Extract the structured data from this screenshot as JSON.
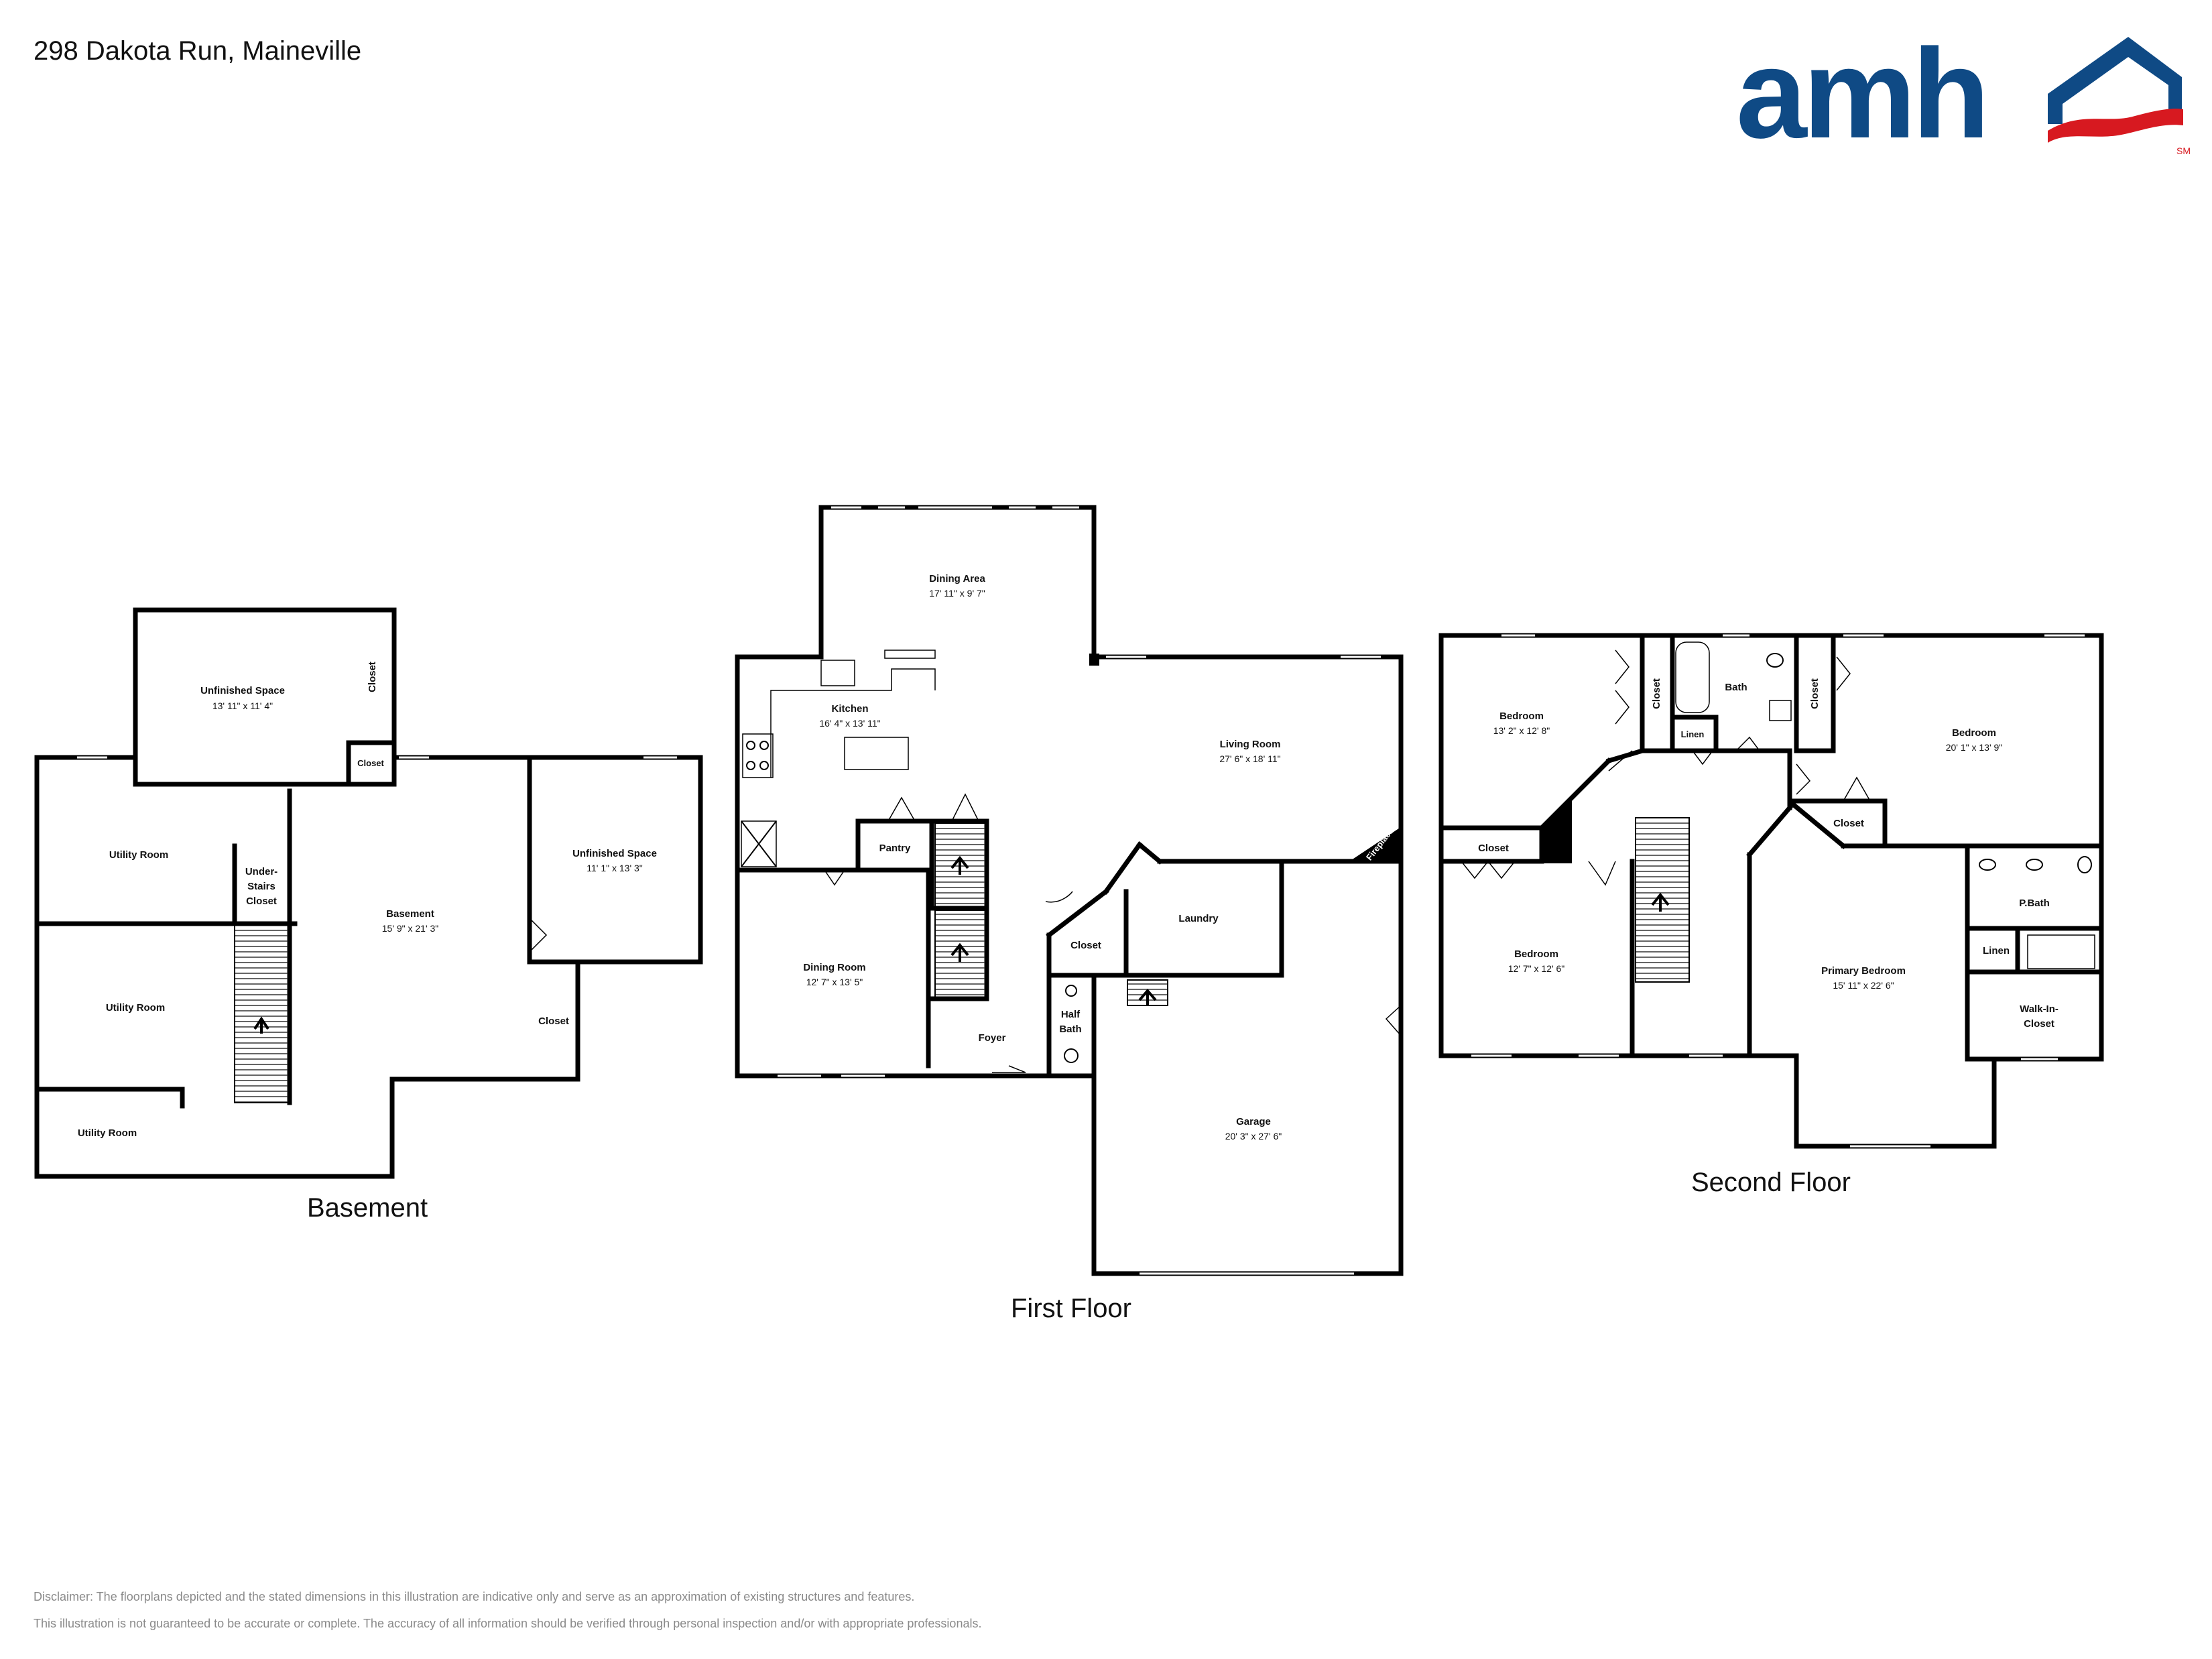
{
  "address": "298 Dakota Run, Maineville",
  "brand": {
    "name": "amh",
    "mark": "SM",
    "blue": "#0f4a85",
    "red": "#d71920"
  },
  "floors": {
    "basement": {
      "title": "Basement",
      "rooms": {
        "unfinished_space_1": {
          "name": "Unfinished Space",
          "dim": "13' 11\" x 11' 4\""
        },
        "closet_vertical": {
          "name": "Closet"
        },
        "closet_small": {
          "name": "Closet"
        },
        "utility_room_1": {
          "name": "Utility Room"
        },
        "under_stairs_closet": {
          "line1": "Under-",
          "line2": "Stairs",
          "line3": "Closet"
        },
        "basement": {
          "name": "Basement",
          "dim": "15' 9\" x 21' 3\""
        },
        "unfinished_space_2": {
          "name": "Unfinished Space",
          "dim": "11' 1\" x 13' 3\""
        },
        "utility_room_2": {
          "name": "Utility Room"
        },
        "closet_right": {
          "name": "Closet"
        },
        "utility_room_3": {
          "name": "Utility Room"
        }
      }
    },
    "first": {
      "title": "First Floor",
      "rooms": {
        "dining_area": {
          "name": "Dining Area",
          "dim": "17' 11\" x 9' 7\""
        },
        "kitchen": {
          "name": "Kitchen",
          "dim": "16' 4\" x 13' 11\""
        },
        "living_room": {
          "name": "Living Room",
          "dim": "27' 6\" x 18' 11\""
        },
        "pantry": {
          "name": "Pantry"
        },
        "fireplace": {
          "name": "Fireplace"
        },
        "laundry": {
          "name": "Laundry"
        },
        "closet": {
          "name": "Closet"
        },
        "dining_room": {
          "name": "Dining Room",
          "dim": "12' 7\" x 13' 5\""
        },
        "half_bath": {
          "line1": "Half",
          "line2": "Bath"
        },
        "foyer": {
          "name": "Foyer"
        },
        "garage": {
          "name": "Garage",
          "dim": "20' 3\" x 27' 6\""
        }
      }
    },
    "second": {
      "title": "Second Floor",
      "rooms": {
        "bedroom_1": {
          "name": "Bedroom",
          "dim": "13' 2\" x 12' 8\""
        },
        "closet_1": {
          "name": "Closet"
        },
        "bath": {
          "name": "Bath"
        },
        "linen_1": {
          "name": "Linen"
        },
        "closet_2": {
          "name": "Closet"
        },
        "bedroom_2": {
          "name": "Bedroom",
          "dim": "20' 1\" x 13' 9\""
        },
        "closet_3": {
          "name": "Closet"
        },
        "closet_4": {
          "name": "Closet"
        },
        "bedroom_3": {
          "name": "Bedroom",
          "dim": "12' 7\" x 12' 6\""
        },
        "primary_bedroom": {
          "name": "Primary Bedroom",
          "dim": "15' 11\" x 22' 6\""
        },
        "p_bath": {
          "name": "P.Bath"
        },
        "linen_2": {
          "name": "Linen"
        },
        "walk_in_closet": {
          "line1": "Walk-In-",
          "line2": "Closet"
        }
      }
    }
  },
  "disclaimer": {
    "line1": "Disclaimer: The floorplans depicted and the stated dimensions in this illustration are indicative only and serve as an approximation of existing structures and features.",
    "line2": "This illustration is not guaranteed to be accurate or complete. The accuracy of all information should be verified through personal inspection and/or with appropriate professionals."
  }
}
